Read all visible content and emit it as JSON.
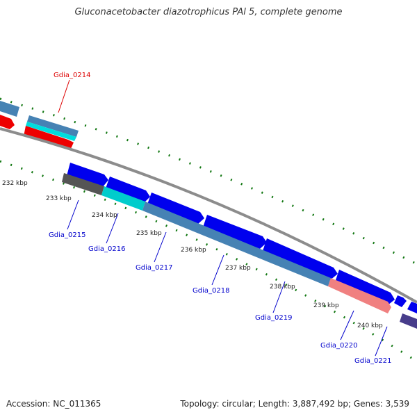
{
  "title": "Gluconacetobacter diazotrophicus PAl 5, complete genome",
  "footer": {
    "accession": "Accession: NC_011365",
    "stats": "Topology: circular; Length: 3,887,492 bp; Genes: 3,539"
  },
  "colors": {
    "forward_cds": "#0000ee",
    "reverse_cds": "#4682b4",
    "rna_cyan": "#00cccc",
    "highlight_red": "#ee0000",
    "salmon": "#f08080",
    "gray_gene": "#555555",
    "slate": "#483d8b",
    "backbone": "#808080",
    "tick": "#117711",
    "label_blue": "#0000cc",
    "label_red": "#dd0000"
  },
  "scale_ticks": [
    "232 kbp",
    "233 kbp",
    "234 kbp",
    "235 kbp",
    "236 kbp",
    "237 kbp",
    "238 kbp",
    "239 kbp",
    "240 kbp"
  ],
  "gene_labels": [
    {
      "text": "Gdia_0214",
      "color": "red"
    },
    {
      "text": "Gdia_0215",
      "color": "blue"
    },
    {
      "text": "Gdia_0216",
      "color": "blue"
    },
    {
      "text": "Gdia_0217",
      "color": "blue"
    },
    {
      "text": "Gdia_0218",
      "color": "blue"
    },
    {
      "text": "Gdia_0219",
      "color": "blue"
    },
    {
      "text": "Gdia_0220",
      "color": "blue"
    },
    {
      "text": "Gdia_0221",
      "color": "blue"
    }
  ]
}
